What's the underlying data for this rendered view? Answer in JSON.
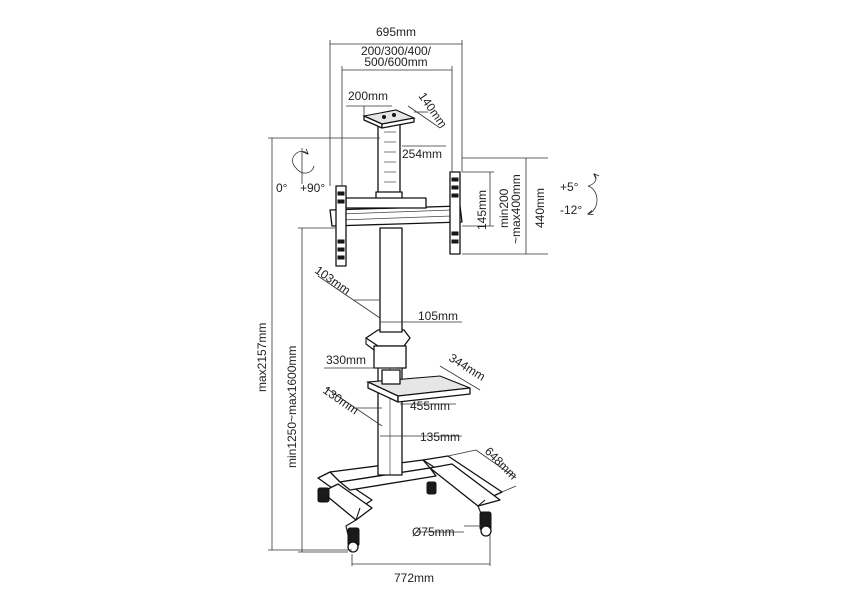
{
  "dimensions": {
    "overall_width": "695mm",
    "vesa_line1": "200/300/400/",
    "vesa_line2": "500/600mm",
    "mount_plate_width": "200mm",
    "mount_plate_depth": "140mm",
    "mount_plate_height": "254mm",
    "bracket_height": "145mm",
    "vertical_adjust_line1": "min200",
    "vertical_adjust_line2": "~max400mm",
    "arm_height": "440mm",
    "column_depth": "103mm",
    "column_width": "105mm",
    "shelf_width": "330mm",
    "shelf_depth": "344mm",
    "shelf_length": "455mm",
    "lower_column_depth": "130mm",
    "lower_column_width": "135mm",
    "base_depth": "648mm",
    "caster_diameter": "Ø75mm",
    "base_width": "772mm",
    "max_height": "max2157mm",
    "height_range": "min1250~max1600mm"
  },
  "rotation": {
    "swivel_left": "0°",
    "swivel_right": "+90°",
    "tilt_up": "+5°",
    "tilt_down": "-12°"
  },
  "colors": {
    "line": "#111111",
    "dimension_line": "#333333",
    "background": "#ffffff"
  }
}
